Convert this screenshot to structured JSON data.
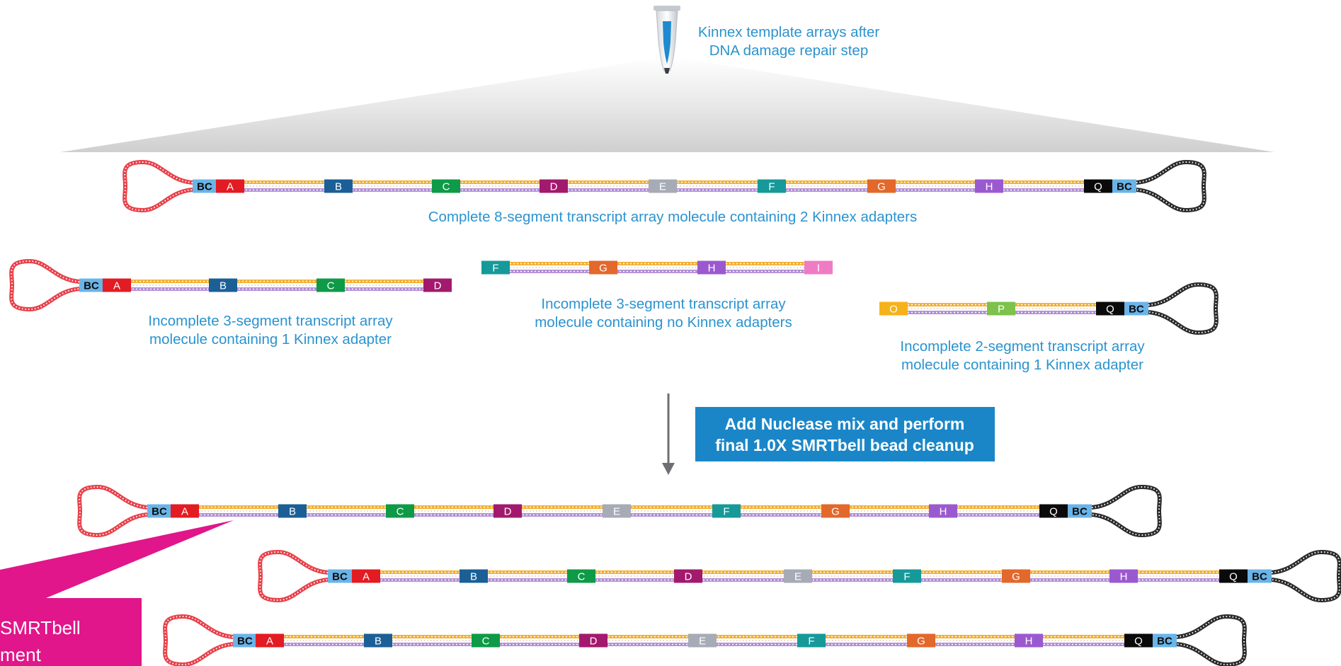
{
  "tube_label": [
    "Kinnex template arrays after",
    "DNA damage repair step"
  ],
  "captions": {
    "complete": "Complete 8-segment transcript array molecule containing 2 Kinnex adapters",
    "incomplete_left": [
      "Incomplete 3-segment transcript array",
      "molecule containing 1 Kinnex adapter"
    ],
    "incomplete_mid": [
      "Incomplete 3-segment transcript array",
      "molecule containing no Kinnex adapters"
    ],
    "incomplete_right": [
      "Incomplete 2-segment transcript array",
      "molecule containing 1 Kinnex adapter"
    ]
  },
  "step_box": [
    "Add Nuclease mix and perform",
    "final 1.0X SMRTbell bead cleanup"
  ],
  "callout": [
    "SMRTbell",
    "ment"
  ],
  "barcode_label": "BC",
  "colors": {
    "caption": "#2a93cf",
    "step_box": "#1a86c8",
    "callout": "#e0168a",
    "arrow": "#6d6f72",
    "strand_top": "#f2b035",
    "strand_bottom": "#b38fd6",
    "loop_left": "#e8414a",
    "loop_right": "#2b2b2b",
    "barcode": "#6ab4e8",
    "segments": {
      "A": "#e31b23",
      "B": "#1b5f96",
      "C": "#0e9a47",
      "D": "#a3196d",
      "E": "#a7abb6",
      "F": "#159a99",
      "G": "#e2682b",
      "H": "#9b59d0",
      "I": "#f07bc5",
      "O": "#f6b21a",
      "P": "#7dc24a",
      "Q": "#0a0a0a"
    }
  },
  "molecules": [
    {
      "id": "complete-top",
      "left_adapter": true,
      "right_adapter": true,
      "segments": [
        "A",
        "B",
        "C",
        "D",
        "E",
        "F",
        "G",
        "H",
        "Q"
      ]
    },
    {
      "id": "incomplete-left",
      "left_adapter": true,
      "right_adapter": false,
      "segments": [
        "A",
        "B",
        "C",
        "D"
      ]
    },
    {
      "id": "incomplete-mid",
      "left_adapter": false,
      "right_adapter": false,
      "segments": [
        "F",
        "G",
        "H",
        "I"
      ]
    },
    {
      "id": "incomplete-right",
      "left_adapter": false,
      "right_adapter": true,
      "segments": [
        "O",
        "P",
        "Q"
      ]
    },
    {
      "id": "product-1",
      "left_adapter": true,
      "right_adapter": true,
      "segments": [
        "A",
        "B",
        "C",
        "D",
        "E",
        "F",
        "G",
        "H",
        "Q"
      ]
    },
    {
      "id": "product-2",
      "left_adapter": true,
      "right_adapter": true,
      "segments": [
        "A",
        "B",
        "C",
        "D",
        "E",
        "F",
        "G",
        "H",
        "Q"
      ]
    },
    {
      "id": "product-3",
      "left_adapter": true,
      "right_adapter": true,
      "segments": [
        "A",
        "B",
        "C",
        "D",
        "E",
        "F",
        "G",
        "H",
        "Q"
      ]
    }
  ]
}
